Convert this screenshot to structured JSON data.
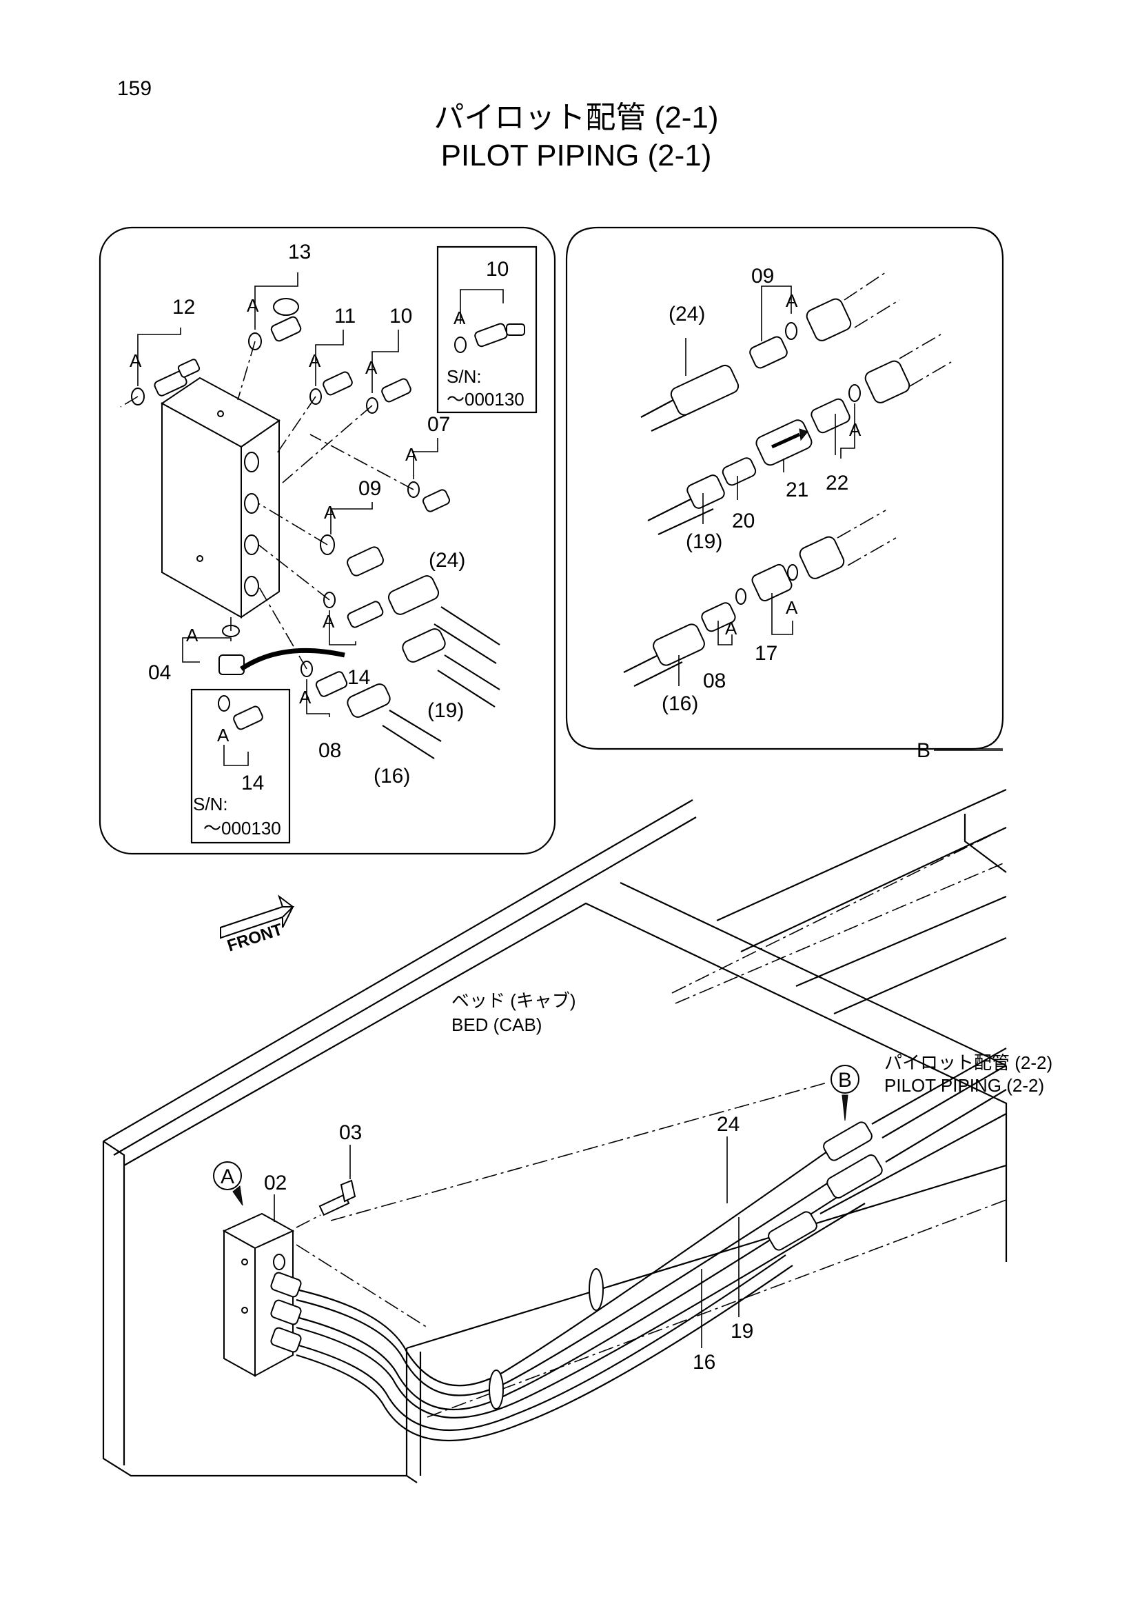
{
  "page_number": "159",
  "title": {
    "jp": "パイロット配管 (2-1)",
    "en": "PILOT PIPING (2-1)"
  },
  "inset_left": {
    "labels": {
      "p13": "13",
      "p12": "12",
      "p11": "11",
      "p10": "10",
      "p07": "07",
      "p09": "09",
      "p24": "(24)",
      "p04": "04",
      "p14": "14",
      "p19": "(19)",
      "p08": "08",
      "p16": "(16)",
      "p14b": "14"
    },
    "sn_box_top": {
      "part": "10",
      "a": "A",
      "sn": "S/N:",
      "range": "～000130"
    },
    "sn_box_bottom": {
      "a": "A",
      "part": "14",
      "sn": "S/N:",
      "range": "～000130"
    },
    "a_mark": "A"
  },
  "inset_right": {
    "labels": {
      "p09": "09",
      "p24": "(24)",
      "p21": "21",
      "p22": "22",
      "p20": "20",
      "p19": "(19)",
      "p17": "17",
      "p08": "08",
      "p16": "(16)"
    },
    "a_mark": "A",
    "ref": "B"
  },
  "main": {
    "front": "FRONT",
    "bed_jp": "ベッド (キャブ)",
    "bed_en": "BED (CAB)",
    "ref_jp": "パイロット配管 (2-2)",
    "ref_en": "PILOT PIPING (2-2)",
    "callout_a": "A",
    "callout_b": "B",
    "labels": {
      "p02": "02",
      "p03": "03",
      "p24": "24",
      "p19": "19",
      "p16": "16"
    }
  }
}
